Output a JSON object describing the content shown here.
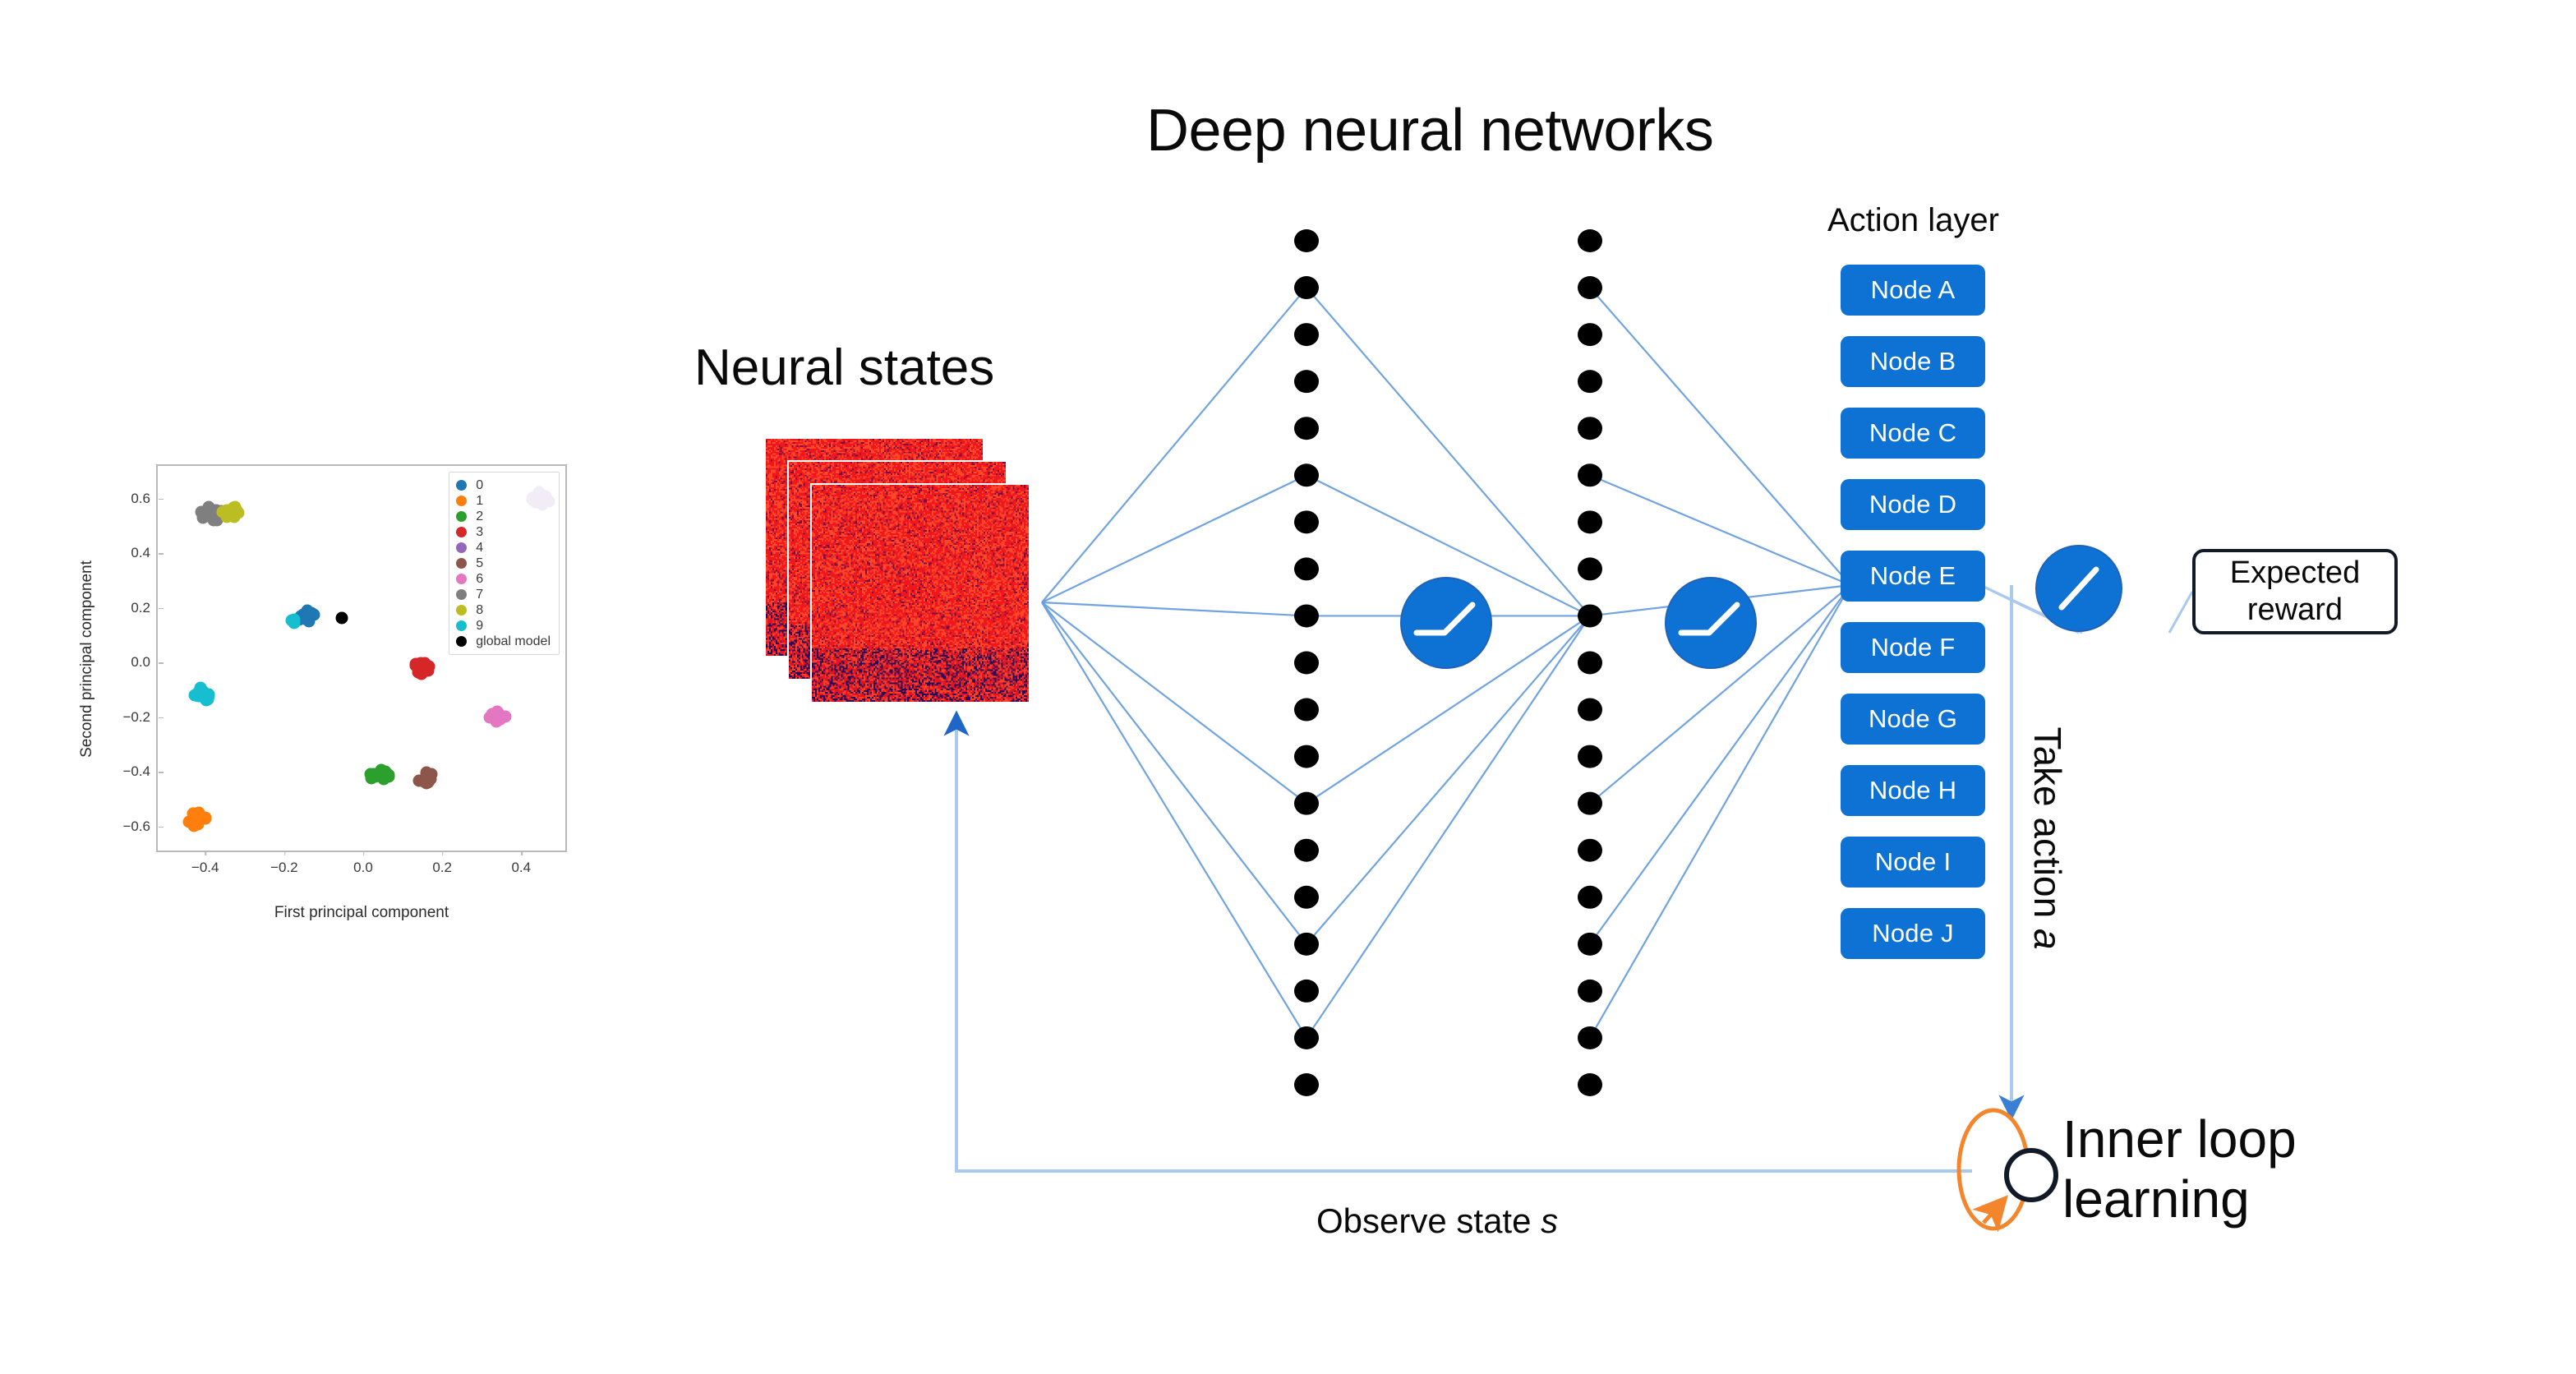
{
  "figure": {
    "title_deep_nn": "Deep neural networks",
    "label_neural_states": "Neural states",
    "label_action_layer": "Action layer",
    "label_expected_reward": "Expected\nreward",
    "label_take_action": "Take action ",
    "label_take_action_italic": "a",
    "label_observe_state": "Observe state ",
    "label_observe_state_italic": "s",
    "label_inner_loop": "Inner loop\nlearning"
  },
  "action_layer": {
    "nodes": [
      {
        "label": "Node A"
      },
      {
        "label": "Node B"
      },
      {
        "label": "Node C"
      },
      {
        "label": "Node D"
      },
      {
        "label": "Node E"
      },
      {
        "label": "Node F"
      },
      {
        "label": "Node G"
      },
      {
        "label": "Node H"
      },
      {
        "label": "Node I"
      },
      {
        "label": "Node J"
      }
    ],
    "node_fill": "#0d72d4",
    "node_text_color": "#ffffff"
  },
  "network": {
    "hidden_layer_node_count": 19,
    "hidden_layer_count": 2,
    "node_color": "#000000",
    "edge_color": "#6a9fe0",
    "activation_hidden": "relu",
    "activation_output": "linear",
    "activation_circle_fill": "#0d72d4",
    "activation_symbol_color": "#ffffff"
  },
  "neural_states": {
    "card_count": 3,
    "fill_description": "red-noise-heatmap"
  },
  "arrows": {
    "feedback_color": "#a9c9ef",
    "take_action_color": "#a9c9ef",
    "inner_loop_color": "#f3852c"
  },
  "chart_data": {
    "type": "scatter",
    "title": "",
    "xlabel": "First principal component",
    "ylabel": "Second principal component",
    "xlim": [
      -0.52,
      0.52
    ],
    "ylim": [
      -0.7,
      0.72
    ],
    "xticks": [
      -0.4,
      -0.2,
      0.0,
      0.2,
      0.4
    ],
    "xticklabels": [
      "−0.4",
      "−0.2",
      "0.0",
      "0.2",
      "0.4"
    ],
    "yticks": [
      0.6,
      0.4,
      0.2,
      0.0,
      -0.2,
      -0.4,
      -0.6
    ],
    "yticklabels": [
      "0.6",
      "0.4",
      "0.2",
      "0.0",
      "−0.2",
      "−0.4",
      "−0.6"
    ],
    "grid": false,
    "legend_position": "upper right",
    "legend": [
      {
        "label": "0",
        "color": "#1f77b4"
      },
      {
        "label": "1",
        "color": "#ff7f0e"
      },
      {
        "label": "2",
        "color": "#2ca02c"
      },
      {
        "label": "3",
        "color": "#d62728"
      },
      {
        "label": "4",
        "color": "#9467bd"
      },
      {
        "label": "5",
        "color": "#8c564b"
      },
      {
        "label": "6",
        "color": "#e377c2"
      },
      {
        "label": "7",
        "color": "#7f7f7f"
      },
      {
        "label": "8",
        "color": "#bcbd22"
      },
      {
        "label": "9",
        "color": "#17becf"
      },
      {
        "label": "global model",
        "color": "#000000"
      }
    ],
    "series": [
      {
        "name": "0",
        "color": "#1f77b4",
        "center": [
          -0.145,
          0.17
        ],
        "n": 14,
        "spread": 0.022
      },
      {
        "name": "1",
        "color": "#ff7f0e",
        "center": [
          -0.42,
          -0.575
        ],
        "n": 14,
        "spread": 0.026
      },
      {
        "name": "2",
        "color": "#2ca02c",
        "center": [
          0.04,
          -0.415
        ],
        "n": 14,
        "spread": 0.026
      },
      {
        "name": "3",
        "color": "#d62728",
        "center": [
          0.15,
          -0.02
        ],
        "n": 14,
        "spread": 0.022
      },
      {
        "name": "4",
        "color": "#9467bd",
        "center": [
          0.45,
          0.6
        ],
        "n": 14,
        "spread": 0.024
      },
      {
        "name": "5",
        "color": "#8c564b",
        "center": [
          0.155,
          -0.42
        ],
        "n": 14,
        "spread": 0.022
      },
      {
        "name": "6",
        "color": "#e377c2",
        "center": [
          0.34,
          -0.195
        ],
        "n": 14,
        "spread": 0.024
      },
      {
        "name": "7",
        "color": "#7f7f7f",
        "center": [
          -0.385,
          0.545
        ],
        "n": 14,
        "spread": 0.028
      },
      {
        "name": "8",
        "color": "#bcbd22",
        "center": [
          -0.33,
          0.555
        ],
        "n": 14,
        "spread": 0.026
      },
      {
        "name": "9",
        "color": "#17becf",
        "center": [
          -0.405,
          -0.115
        ],
        "n": 14,
        "spread": 0.026
      },
      {
        "name": "9b",
        "color": "#17becf",
        "center": [
          -0.18,
          0.15
        ],
        "n": 3,
        "spread": 0.01
      },
      {
        "name": "global model",
        "color": "#000000",
        "center": [
          -0.055,
          0.163
        ],
        "n": 1,
        "spread": 0.0
      }
    ]
  }
}
